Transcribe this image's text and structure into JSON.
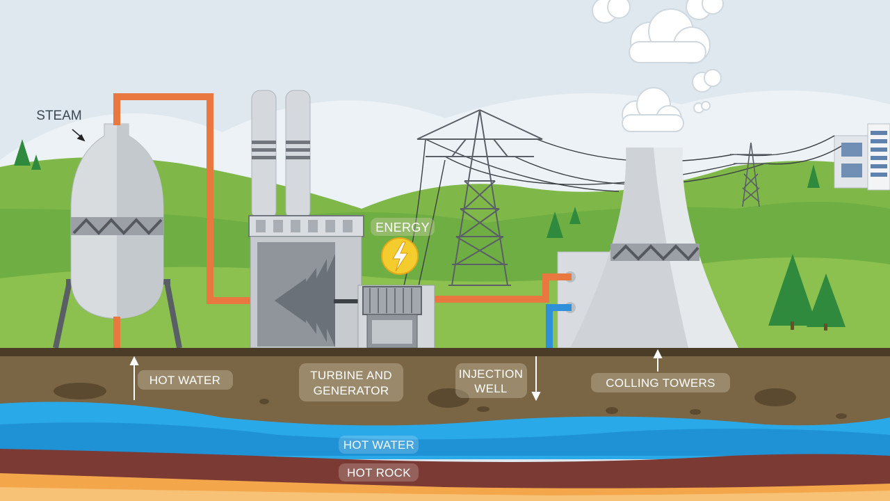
{
  "labels": {
    "steam": "STEAM",
    "energy": "ENERGY",
    "hot_water_up": "HOT WATER",
    "turbine_line1": "TURBINE AND",
    "turbine_line2": "GENERATOR",
    "injection_line1": "INJECTION",
    "injection_line2": "WELL",
    "cooling_towers": "COLLING TOWERS",
    "hot_water_layer": "HOT WATER",
    "hot_rock_layer": "HOT ROCK"
  },
  "icons": {
    "energy": "lightning-bolt-icon"
  },
  "colors": {
    "sky": "#dfe8ef",
    "grass": "#8cc04f",
    "hill": "#6fae43",
    "soil": "#7a6645",
    "soil_top": "#4a3c26",
    "water": "#2aa9e8",
    "hot_rock": "#7b3a33",
    "deep_rock": "#f3a64a",
    "hot_pipe": "#e8783f",
    "cold_pipe": "#2f8fd8",
    "plant_gray": "#9aa1a8",
    "tower_gray": "#d5d9dd",
    "bolt": "#f5cc2e"
  }
}
